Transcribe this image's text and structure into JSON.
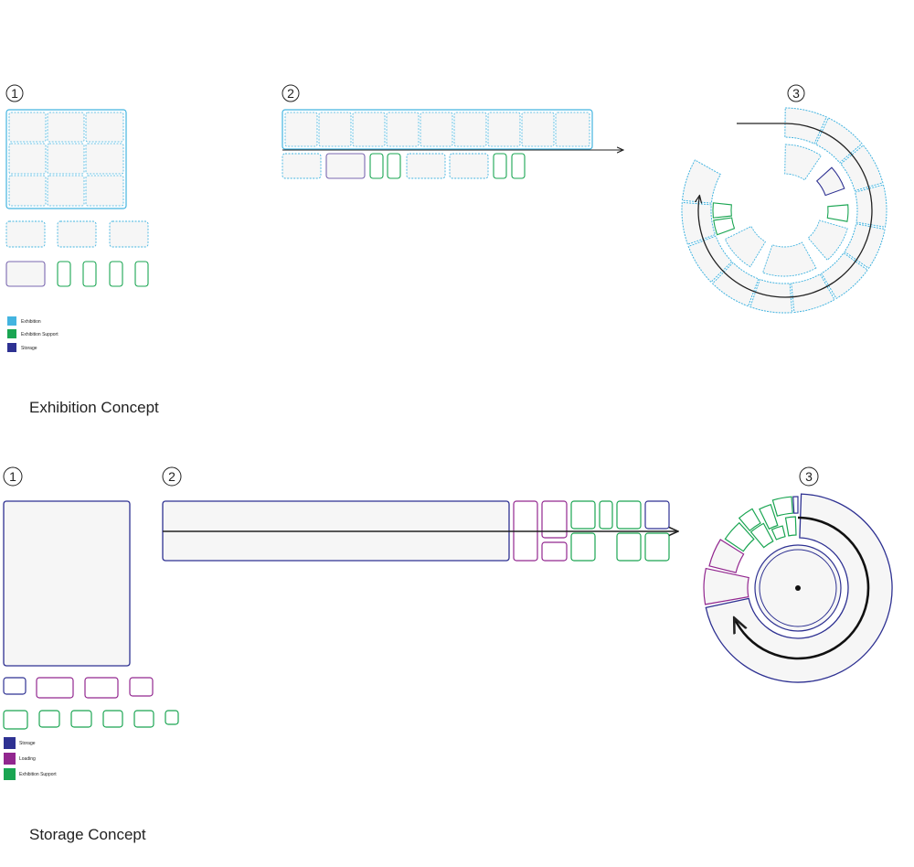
{
  "colors": {
    "exhibition": "#43b4e0",
    "exhibition_support": "#1aa552",
    "storage": "#2e3192",
    "loading": "#92278f",
    "arrow": "#222222",
    "fill": "#f6f6f6"
  },
  "exhibition_section": {
    "title": "Exhibition Concept",
    "steps": [
      "1",
      "2",
      "3"
    ],
    "legend": [
      {
        "label": "Exhibition",
        "color": "#43b4e0"
      },
      {
        "label": "Exhibition Support",
        "color": "#1aa552"
      },
      {
        "label": "Storage",
        "color": "#2e3192"
      }
    ]
  },
  "storage_section": {
    "title": "Storage Concept",
    "steps": [
      "1",
      "2",
      "3"
    ],
    "legend": [
      {
        "label": "Storage",
        "color": "#2e3192"
      },
      {
        "label": "Loading",
        "color": "#92278f"
      },
      {
        "label": "Exhibition Support",
        "color": "#1aa552"
      }
    ]
  }
}
